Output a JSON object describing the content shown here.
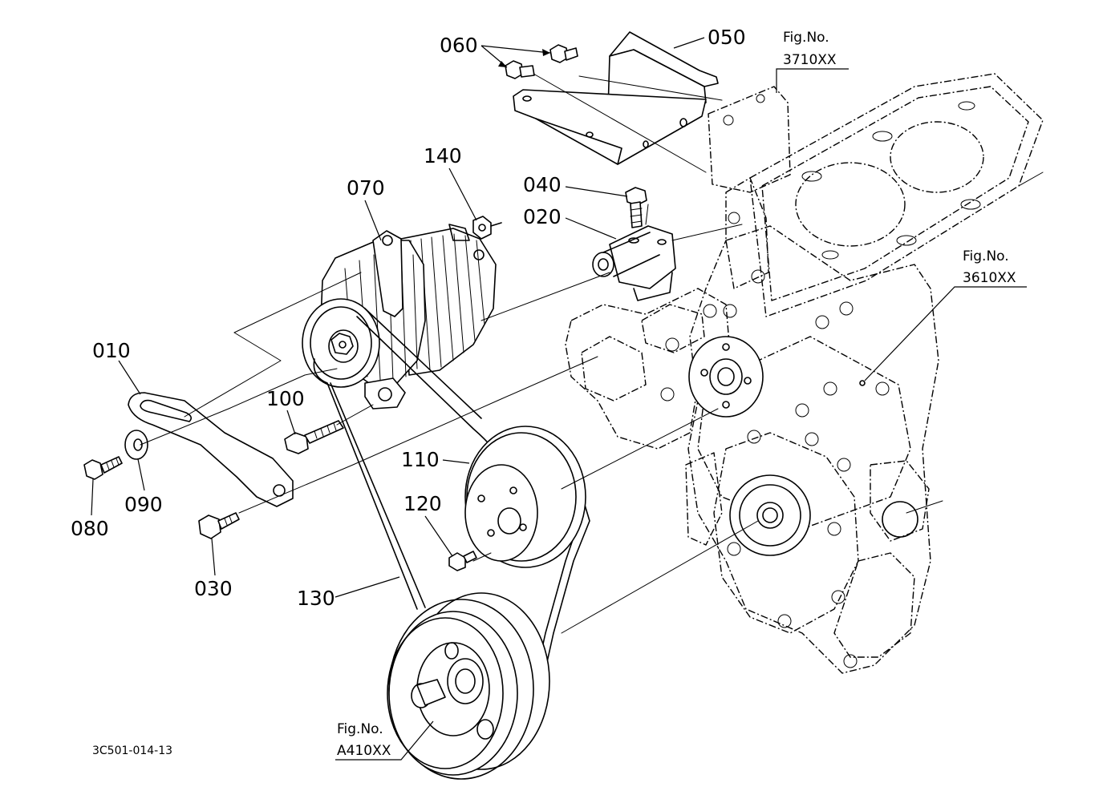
{
  "diagram": {
    "code": "3C501-014-13",
    "callouts": {
      "p010": "010",
      "p020": "020",
      "p030": "030",
      "p040": "040",
      "p050": "050",
      "p060": "060",
      "p070": "070",
      "p080": "080",
      "p090": "090",
      "p100": "100",
      "p110": "110",
      "p120": "120",
      "p130": "130",
      "p140": "140"
    },
    "figure_refs": {
      "cylinder_head": {
        "label": "Fig.No.",
        "number": "3710XX"
      },
      "crankcase": {
        "label": "Fig.No.",
        "number": "3610XX"
      },
      "crank_pulley": {
        "label": "Fig.No.",
        "number": "A410XX"
      }
    }
  }
}
